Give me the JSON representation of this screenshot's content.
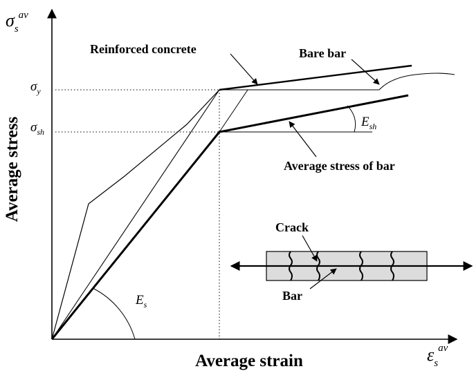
{
  "axes": {
    "y_label": "Average stress",
    "x_label": "Average strain",
    "y_symbol": {
      "base": "σ",
      "sub": "s",
      "sup": "av"
    },
    "x_symbol": {
      "base": "ε",
      "sub": "s",
      "sup": "av"
    }
  },
  "levels": {
    "yield": {
      "base": "σ",
      "sub": "y"
    },
    "hardening": {
      "base": "σ",
      "sub": "sh"
    }
  },
  "slopes": {
    "elastic": {
      "base": "E",
      "sub": "s"
    },
    "hardening": {
      "base": "E",
      "sub": "sh"
    }
  },
  "labels": {
    "reinforced_concrete": "Reinforced concrete",
    "bare_bar": "Bare bar",
    "average_stress_of_bar": "Average stress of bar",
    "crack": "Crack",
    "bar": "Bar"
  },
  "colors": {
    "line": "#000000",
    "specimen_fill": "#dcdcdc"
  }
}
